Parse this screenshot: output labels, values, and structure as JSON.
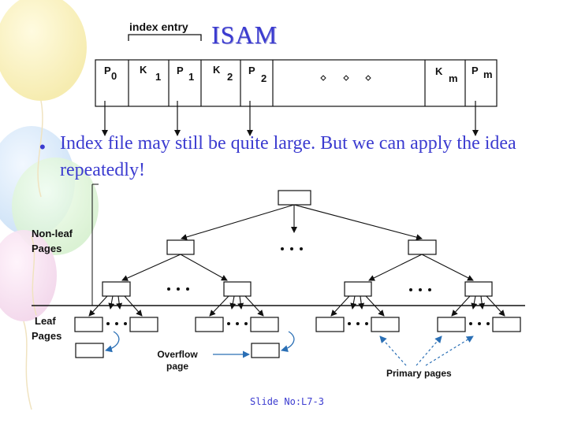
{
  "slide": {
    "title": "ISAM",
    "index_entry_label": "index entry",
    "bullet": "Index file may still be quite large.  But we can apply the idea repeatedly!",
    "footer": "Slide No:L7-3"
  },
  "index_page": {
    "cells": [
      {
        "letter": "P",
        "sub": "0"
      },
      {
        "letter": "K",
        "sub": "1"
      },
      {
        "letter": "P",
        "sub": "1"
      },
      {
        "letter": "K",
        "sub": "2"
      },
      {
        "letter": "P",
        "sub": "2"
      },
      {
        "letter": "",
        "sub": ""
      },
      {
        "letter": "K",
        "sub": "m"
      },
      {
        "letter": "P",
        "sub": "m"
      }
    ]
  },
  "tree": {
    "nonleaf_label_line1": "Non-leaf",
    "nonleaf_label_line2": "Pages",
    "leaf_label_line1": "Leaf",
    "leaf_label_line2": "Pages",
    "overflow_label_line1": "Overflow",
    "overflow_label_line2": "page",
    "primary_label": "Primary pages"
  },
  "colors": {
    "accent": "#3b3bd0",
    "dashed_arrow": "#2a6fb5",
    "overflow_arrow": "#2a6fb5"
  }
}
